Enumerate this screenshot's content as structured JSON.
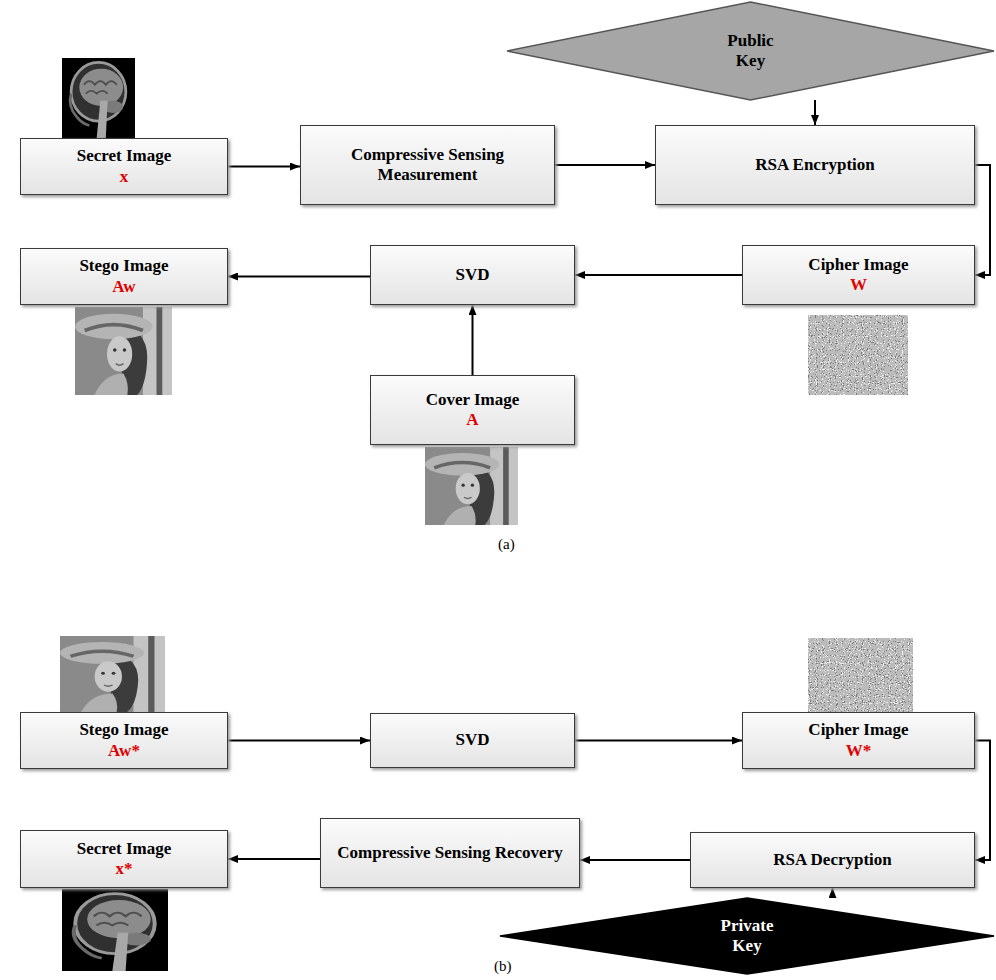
{
  "diagram": {
    "nodes": [
      {
        "text": [
          "Public Key"
        ]
      },
      {
        "text": [
          "Secret Image",
          "x"
        ]
      },
      {
        "text": [
          "Compressive Sensing Measurement"
        ]
      },
      {
        "text": [
          "RSA Encryption"
        ]
      },
      {
        "text": [
          "Stego Image",
          "Aw"
        ]
      },
      {
        "text": [
          "SVD"
        ]
      },
      {
        "text": [
          "Cipher Image",
          "W"
        ]
      },
      {
        "text": [
          "Cover Image",
          "A"
        ]
      },
      {
        "text": [
          "Stego Image",
          "Aw*"
        ]
      },
      {
        "text": [
          "SVD"
        ]
      },
      {
        "text": [
          "Cipher Image",
          "W*"
        ]
      },
      {
        "text": [
          "Secret Image",
          "x*"
        ]
      },
      {
        "text": [
          "Compressive Sensing Recovery"
        ]
      },
      {
        "text": [
          "RSA Decryption"
        ]
      },
      {
        "text": [
          "Private Key"
        ]
      }
    ],
    "edges": [
      {
        "from": 1,
        "to": 2,
        "arrow": "to"
      },
      {
        "from": 2,
        "to": 3,
        "arrow": "to"
      },
      {
        "from": 0,
        "to": 3,
        "arrow": "to"
      },
      {
        "from": 3,
        "to": 6,
        "arrow": "to"
      },
      {
        "from": 6,
        "to": 5,
        "arrow": "to"
      },
      {
        "from": 5,
        "to": 4,
        "arrow": "to"
      },
      {
        "from": 7,
        "to": 5,
        "arrow": "to"
      },
      {
        "from": 8,
        "to": 9,
        "arrow": "to"
      },
      {
        "from": 9,
        "to": 10,
        "arrow": "to"
      },
      {
        "from": 10,
        "to": 13,
        "arrow": "to"
      },
      {
        "from": 13,
        "to": 12,
        "arrow": "to"
      },
      {
        "from": 12,
        "to": 11,
        "arrow": "to"
      },
      {
        "from": 14,
        "to": 13,
        "arrow": "to"
      }
    ],
    "labels": [
      "(a)",
      "(b)"
    ]
  }
}
